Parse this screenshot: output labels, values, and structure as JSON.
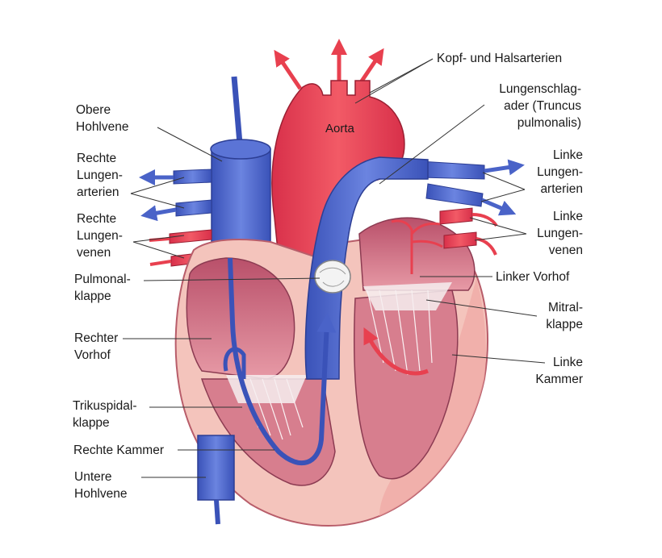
{
  "labels": {
    "kopf_hals": [
      "Kopf- und Halsarterien"
    ],
    "truncus": [
      "Lungenschlag-",
      "ader (Truncus",
      "pulmonalis)"
    ],
    "aorta": [
      "Aorta"
    ],
    "obere_hohlvene": [
      "Obere",
      "Hohlvene"
    ],
    "rechte_lungenarterien": [
      "Rechte",
      "Lungen-",
      "arterien"
    ],
    "rechte_lungenvenen": [
      "Rechte",
      "Lungen-",
      "venen"
    ],
    "pulmonalklappe": [
      "Pulmonal-",
      "klappe"
    ],
    "rechter_vorhof": [
      "Rechter",
      "Vorhof"
    ],
    "trikuspidalklappe": [
      "Trikuspidal-",
      "klappe"
    ],
    "rechte_kammer": [
      "Rechte Kammer"
    ],
    "untere_hohlvene": [
      "Untere",
      "Hohlvene"
    ],
    "linke_lungenarterien": [
      "Linke",
      "Lungen-",
      "arterien"
    ],
    "linke_lungenvenen": [
      "Linke",
      "Lungen-",
      "venen"
    ],
    "linker_vorhof": [
      "Linker Vorhof"
    ],
    "mitralklappe": [
      "Mitral-",
      "klappe"
    ],
    "linke_kammer": [
      "Linke",
      "Kammer"
    ]
  },
  "colors": {
    "arterial_red": "#e8404f",
    "venous_blue": "#4a63c8",
    "muscle_pink": "#f4b8b0",
    "chamber_inner": "#c96478",
    "leader_line": "#333333"
  }
}
